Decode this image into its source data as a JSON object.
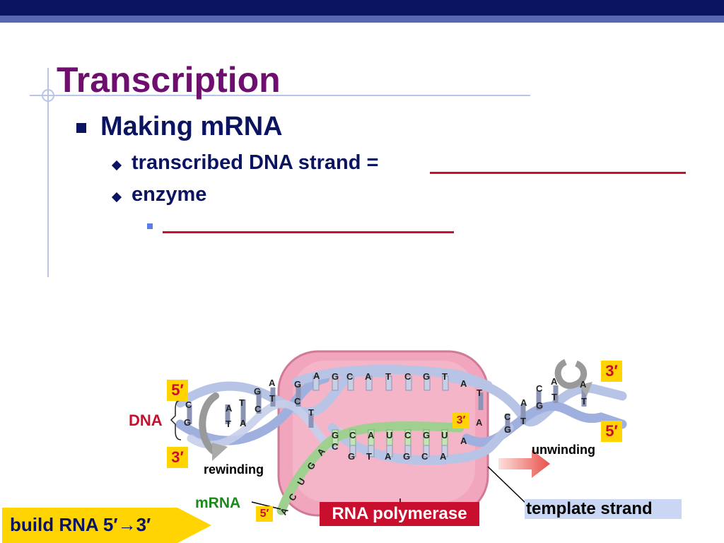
{
  "slide": {
    "title": "Transcription",
    "bullet1": "Making mRNA",
    "bullet2a": "transcribed DNA strand = ",
    "bullet2b": "enzyme"
  },
  "diagram": {
    "label_dna": "DNA",
    "label_mrna": "mRNA",
    "label_rewinding": "rewinding",
    "label_unwinding": "unwinding",
    "label_template": "template strand",
    "label_polymerase": "RNA polymerase",
    "end_5_left": "5′",
    "end_3_left": "3′",
    "end_3_right": "3′",
    "end_5_right": "5′",
    "end_3_rna": "3′",
    "end_5_rna": "5′",
    "build": "build RNA 5′→3′",
    "bases": {
      "top_strand": [
        "A",
        "G",
        "C",
        "A",
        "T",
        "C",
        "G",
        "T"
      ],
      "rna": [
        "G",
        "C",
        "A",
        "U",
        "C",
        "G",
        "U"
      ],
      "template": [
        "C",
        "G",
        "T",
        "A",
        "G",
        "C",
        "A"
      ],
      "rna_tail": [
        "A",
        "C",
        "U",
        "G",
        "A"
      ],
      "left": [
        "C",
        "G",
        "A",
        "T",
        "T",
        "A",
        "G",
        "C",
        "A",
        "T",
        "G",
        "C",
        "T"
      ],
      "right": [
        "A",
        "T",
        "A",
        "C",
        "G",
        "C",
        "G",
        "A",
        "T",
        "T",
        "A",
        "A",
        "T"
      ]
    }
  },
  "colors": {
    "title": "#6e0e6e",
    "text": "#0b1460",
    "accent_red": "#c8102e",
    "callout_yellow": "#ffd400",
    "enzyme_pink": "#f2a6bd",
    "rna_green": "#9fd08f",
    "dna_blue": "#b8c4e6"
  }
}
